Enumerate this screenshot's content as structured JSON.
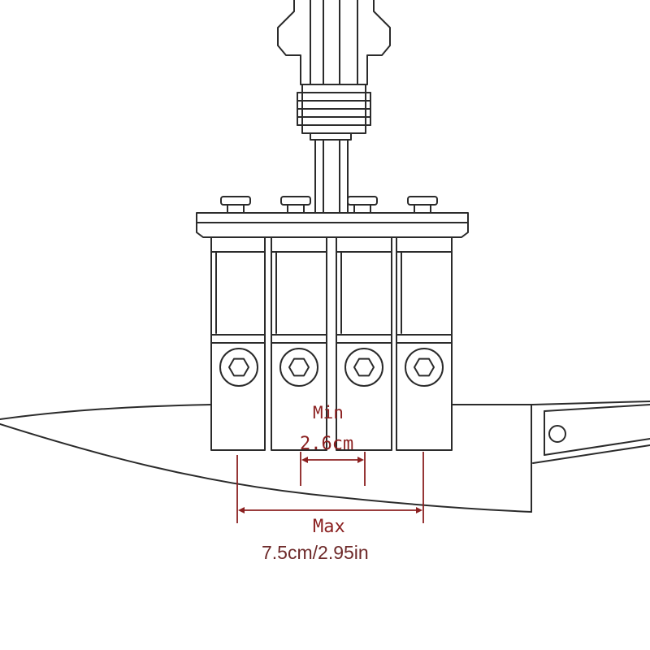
{
  "annotations": {
    "min": {
      "label": "Min",
      "value": "2.6cm"
    },
    "max": {
      "label": "Max",
      "value": "7.5cm/2.95in"
    }
  },
  "colors": {
    "line": "#2b2b2b",
    "dimension": "#8b2020",
    "background": "#ffffff"
  },
  "icons": [
    "hex-socket-screw",
    "knob-screw",
    "rivet-hole"
  ]
}
